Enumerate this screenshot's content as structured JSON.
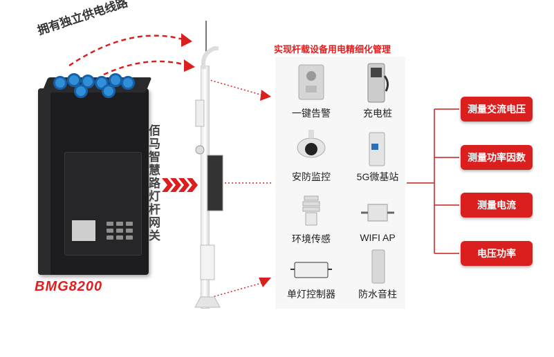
{
  "colors": {
    "accent": "#e02020",
    "button": "#d9201f",
    "device": "#1d1d1f"
  },
  "independent_power_label": "拥有独立供电线路",
  "device": {
    "model": "BMG8200",
    "vertical_caption": "佰马智慧路灯杆网关"
  },
  "panel": {
    "title": "实现杆载设备用电精细化管理",
    "items": [
      {
        "label": "一键告警",
        "icon": "alarm-intercom-icon"
      },
      {
        "label": "充电桩",
        "icon": "charging-pile-icon"
      },
      {
        "label": "安防监控",
        "icon": "security-camera-icon"
      },
      {
        "label": "5G微基站",
        "icon": "5g-base-station-icon"
      },
      {
        "label": "环境传感",
        "icon": "environment-sensor-icon"
      },
      {
        "label": "WIFI AP",
        "icon": "wifi-ap-icon"
      },
      {
        "label": "单灯控制器",
        "icon": "single-lamp-controller-icon"
      },
      {
        "label": "防水音柱",
        "icon": "waterproof-speaker-icon"
      }
    ]
  },
  "functions": [
    {
      "label": "测量交流电压"
    },
    {
      "label": "测量功率因数"
    },
    {
      "label": "测量电流"
    },
    {
      "label": "电压功率"
    }
  ]
}
